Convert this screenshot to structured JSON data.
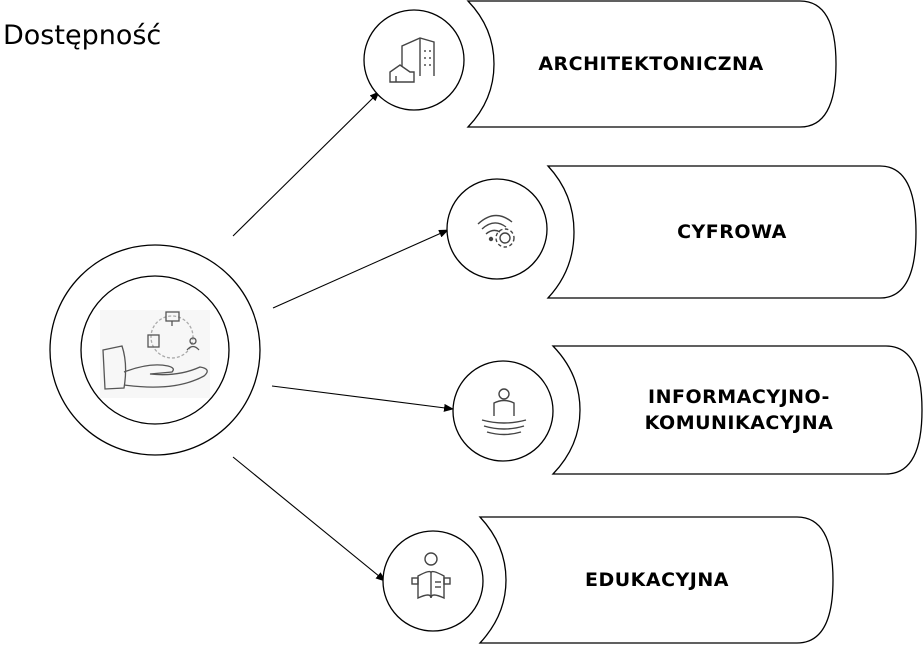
{
  "title": "Dostępność",
  "center": {
    "icon": "hand-holding-accessibility-icon"
  },
  "branches": [
    {
      "label_lines": [
        "ARCHITEKTONICZNA"
      ],
      "icon": "buildings-icon"
    },
    {
      "label_lines": [
        "CYFROWA"
      ],
      "icon": "wifi-gear-icon"
    },
    {
      "label_lines": [
        "INFORMACYJNO-",
        "KOMUNIKACYJNA"
      ],
      "icon": "person-broadcast-icon"
    },
    {
      "label_lines": [
        "EDUKACYJNA"
      ],
      "icon": "reader-book-icon"
    }
  ],
  "colors": {
    "stroke": "#000000",
    "icon": "#444444",
    "background": "#ffffff"
  }
}
